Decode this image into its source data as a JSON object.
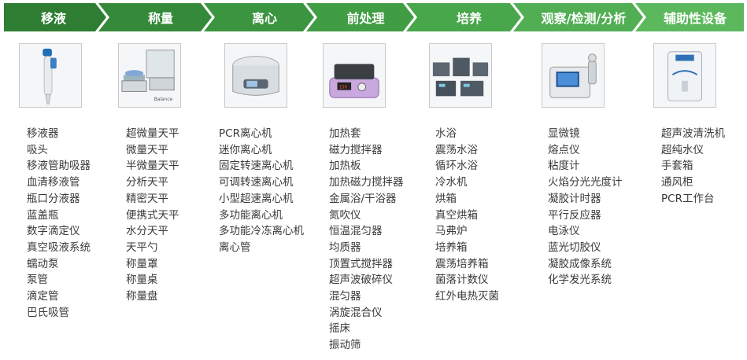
{
  "colors": {
    "chevron_dark": "#2e7d32",
    "chevron_mid": "#43a047",
    "chevron_light": "#5cb85c",
    "text": "#3a3a3a"
  },
  "categories": [
    {
      "label": "移液",
      "image_icon": "pipette-icon",
      "items": [
        "移液器",
        "吸头",
        "移液管助吸器",
        "血清移液管",
        "瓶口分液器",
        "蓝盖瓶",
        "数字滴定仪",
        "真空吸液系统",
        "蠕动泵",
        "泵管",
        "滴定管",
        "巴氏吸管"
      ]
    },
    {
      "label": "称量",
      "image_icon": "balance-icon",
      "items": [
        "超微量天平",
        "微量天平",
        "半微量天平",
        "分析天平",
        "精密天平",
        "便携式天平",
        "水分天平",
        "天平勺",
        "称量罩",
        "称量桌",
        "称量盘"
      ]
    },
    {
      "label": "离心",
      "image_icon": "centrifuge-icon",
      "items": [
        "PCR离心机",
        "迷你离心机",
        "固定转速离心机",
        "可调转速离心机",
        "小型超速离心机",
        "多功能离心机",
        "多功能冷冻离心机",
        "离心管"
      ]
    },
    {
      "label": "前处理",
      "image_icon": "hotplate-stirrer-icon",
      "items": [
        "加热套",
        "磁力搅拌器",
        "加热板",
        "加热磁力搅拌器",
        "金属浴/干浴器",
        "氮吹仪",
        "恒温混匀器",
        "均质器",
        "顶置式搅拌器",
        "超声波破碎仪",
        "混匀器",
        "涡旋混合仪",
        "摇床",
        "振动筛"
      ]
    },
    {
      "label": "培养",
      "image_icon": "water-bath-icon",
      "items": [
        "水浴",
        "震荡水浴",
        "循环水浴",
        "冷水机",
        "烘箱",
        "真空烘箱",
        "马弗炉",
        "培养箱",
        "震荡培养箱",
        "菌落计数仪",
        "红外电热灭菌"
      ]
    },
    {
      "label": "观察/检测/分析",
      "image_icon": "spectrophotometer-icon",
      "items": [
        "显微镜",
        "熔点仪",
        "粘度计",
        "火焰分光光度计",
        "凝胶计时器",
        "平行反应器",
        "电泳仪",
        "蓝光切胶仪",
        "凝胶成像系统",
        "化学发光系统"
      ]
    },
    {
      "label": "辅助性设备",
      "image_icon": "water-purifier-icon",
      "items": [
        "超声波清洗机",
        "超纯水仪",
        "手套箱",
        "通风柜",
        "PCR工作台"
      ]
    }
  ]
}
